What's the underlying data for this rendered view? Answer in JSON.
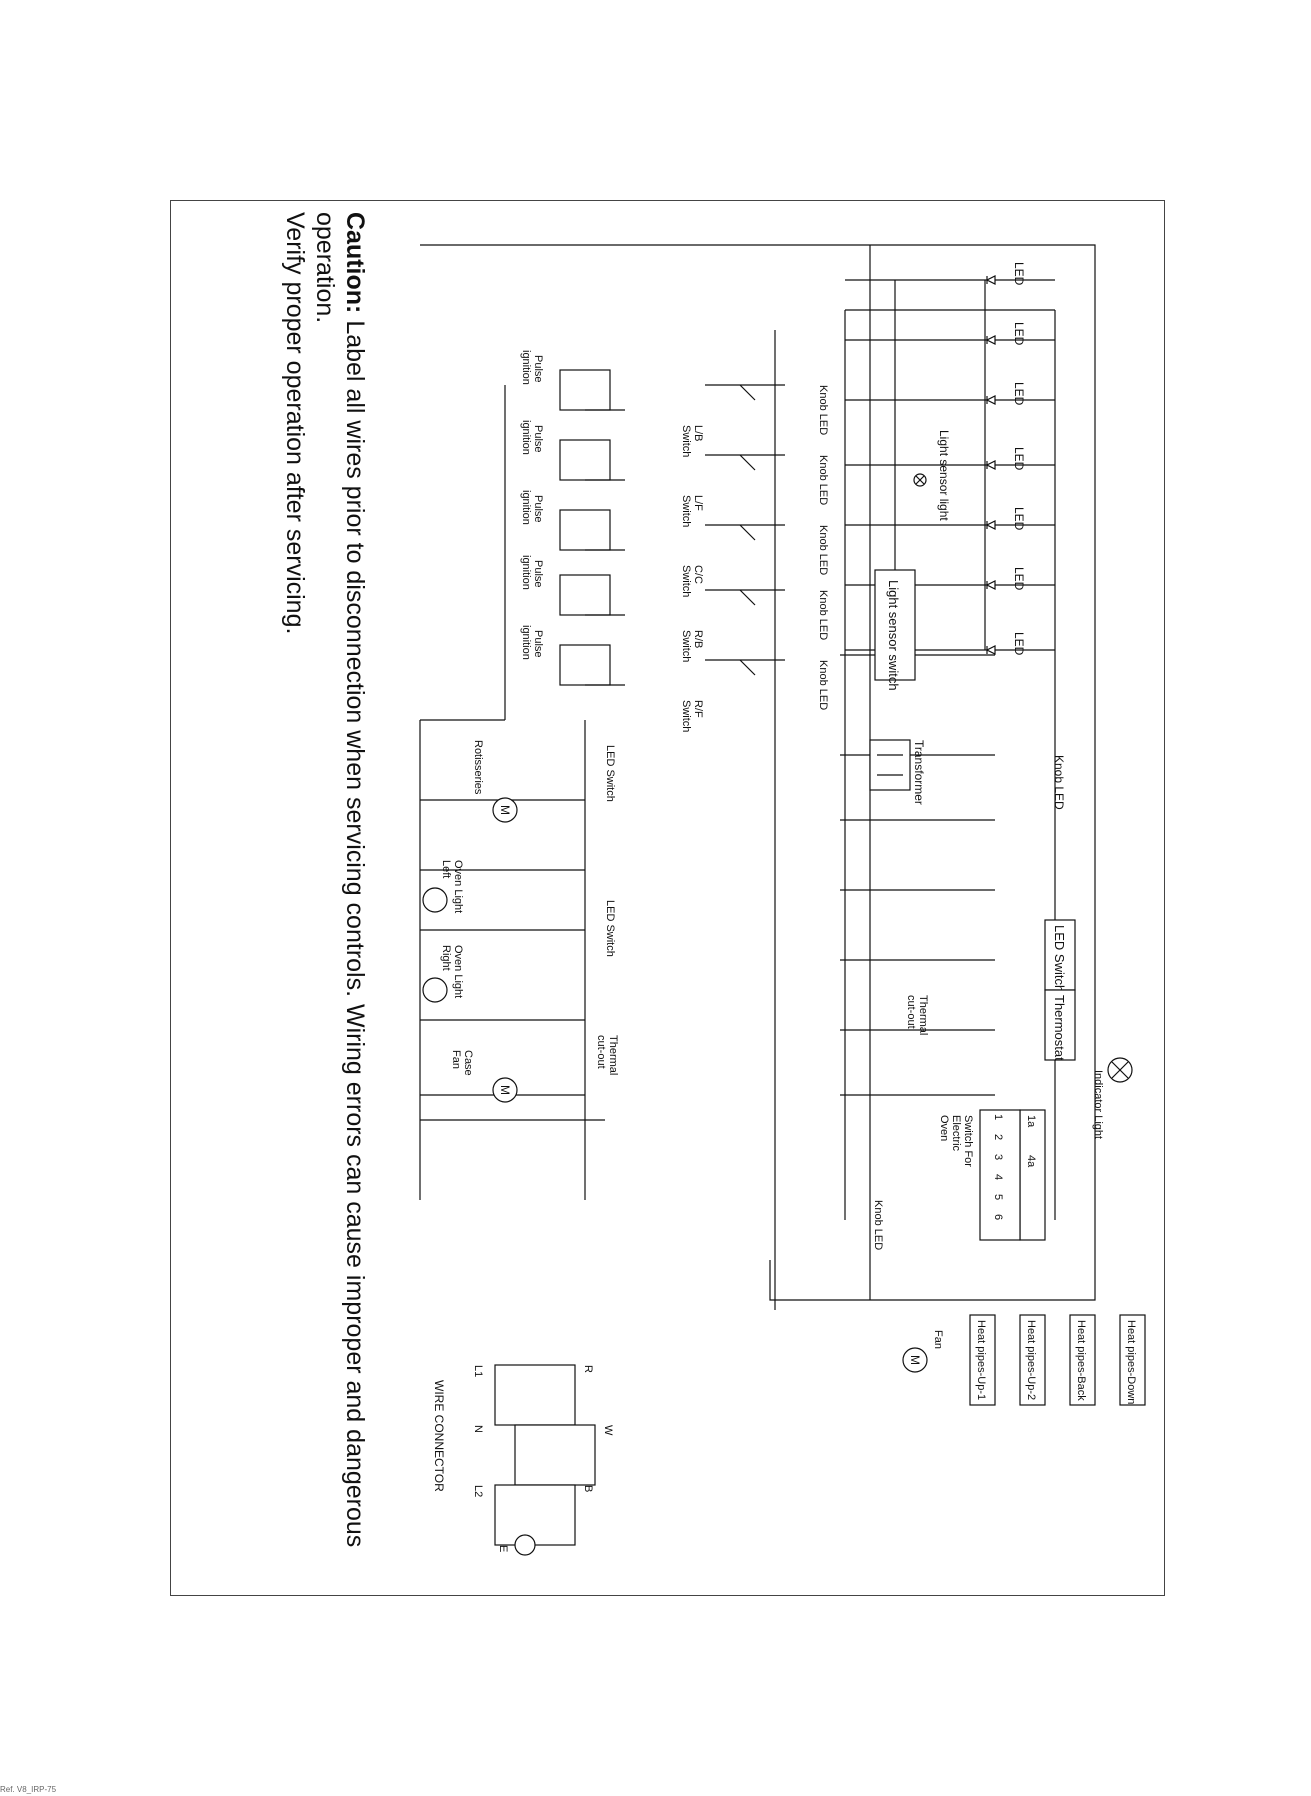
{
  "caution": {
    "prefix": "Caution:",
    "line1": " Label all wires prior to disconnection when servicing controls. Wiring errors can cause improper and dangerous operation.",
    "line2": "Verify proper operation after servicing."
  },
  "labels": {
    "led": "LED",
    "knob_led": "Knob LED",
    "light_sensor_light": "Light sensor light",
    "light_sensor_switch": "Light sensor switch",
    "transformer": "Transformer",
    "led_switch": "LED Switch",
    "thermostat": "Thermostat",
    "thermal_cutout_1": "Thermal",
    "thermal_cutout_2": "cut-out",
    "indicator_light": "Indicator Light",
    "oven_switch_1": "Switch For",
    "oven_switch_2": "Electric",
    "oven_switch_3": "Oven",
    "terminal_1a": "1a",
    "terminal_4a": "4a",
    "terminals": [
      "1",
      "2",
      "3",
      "4",
      "5",
      "6"
    ],
    "heat_pipes": [
      "Heat pipes-Up-1",
      "Heat pipes-Up-2",
      "Heat pipes-Back",
      "Heat pipes-Down"
    ],
    "fan": "Fan",
    "motor": "M",
    "pulse_1": "Pulse",
    "pulse_2": "ignition",
    "burner_switches": [
      [
        "L/B",
        "Switch"
      ],
      [
        "L/F",
        "Switch"
      ],
      [
        "C/C",
        "Switch"
      ],
      [
        "R/B",
        "Switch"
      ],
      [
        "R/F",
        "Switch"
      ]
    ],
    "rotisseries": "Rotisseries",
    "oven_light_left_1": "Oven Light",
    "oven_light_left_2": "Left",
    "oven_light_right_1": "Oven Light",
    "oven_light_right_2": "Right",
    "case_fan_1": "Case",
    "case_fan_2": "Fan",
    "wire_connector": "WIRE CONNECTOR",
    "conn_r": "R",
    "conn_w": "W",
    "conn_b": "B",
    "conn_l1": "L1",
    "conn_n": "N",
    "conn_l2": "L2",
    "conn_e": "E"
  },
  "footer": "Ref. V8_IRP-75"
}
